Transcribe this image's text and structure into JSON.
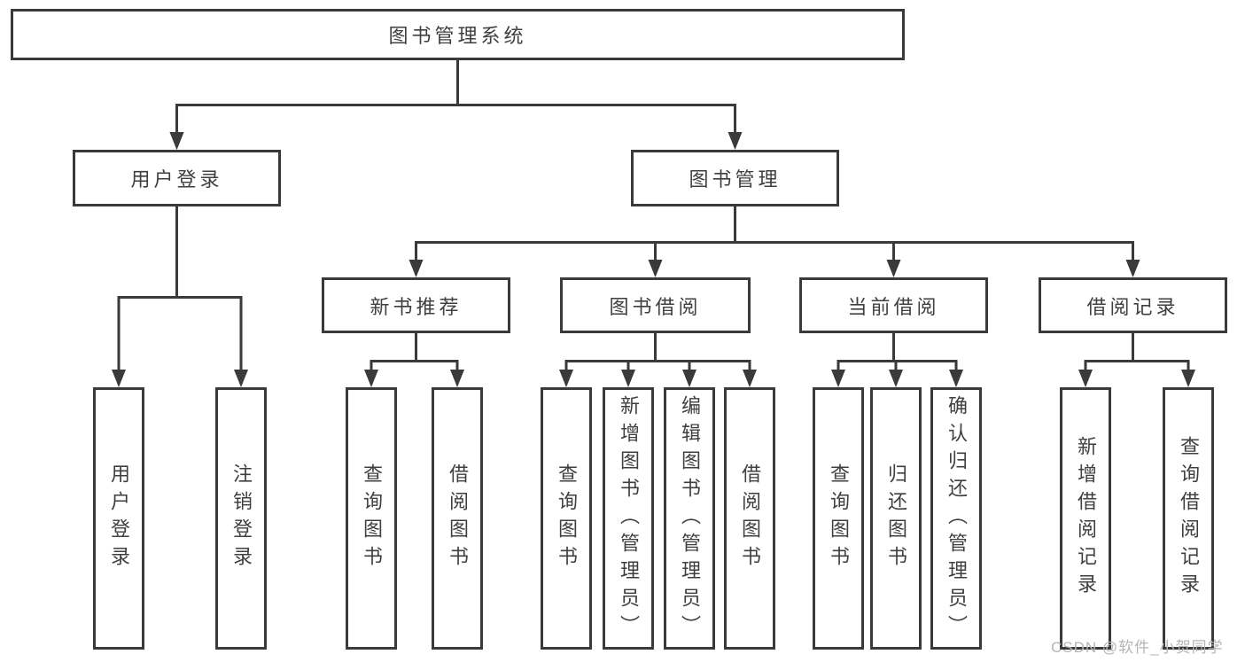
{
  "colors": {
    "line": "#3a3a3a",
    "box_border": "#3a3a3a",
    "text": "#3f3f3f",
    "watermark": "#b5b5b5"
  },
  "watermark": {
    "text": "CSDN @软件_小贺同学"
  },
  "tree": {
    "label": "图书管理系统",
    "children": [
      {
        "label": "用户登录",
        "children": [
          {
            "label": "用户登录"
          },
          {
            "label": "注销登录"
          }
        ]
      },
      {
        "label": "图书管理",
        "children": [
          {
            "label": "新书推荐",
            "children": [
              {
                "label": "查询图书"
              },
              {
                "label": "借阅图书"
              }
            ]
          },
          {
            "label": "图书借阅",
            "children": [
              {
                "label": "查询图书"
              },
              {
                "label": "新增图书（管理员）"
              },
              {
                "label": "编辑图书（管理员）"
              },
              {
                "label": "借阅图书"
              }
            ]
          },
          {
            "label": "当前借阅",
            "children": [
              {
                "label": "查询图书"
              },
              {
                "label": "归还图书"
              },
              {
                "label": "确认归还（管理员）"
              }
            ]
          },
          {
            "label": "借阅记录",
            "children": [
              {
                "label": "新增借阅记录"
              },
              {
                "label": "查询借阅记录"
              }
            ]
          }
        ]
      }
    ]
  }
}
